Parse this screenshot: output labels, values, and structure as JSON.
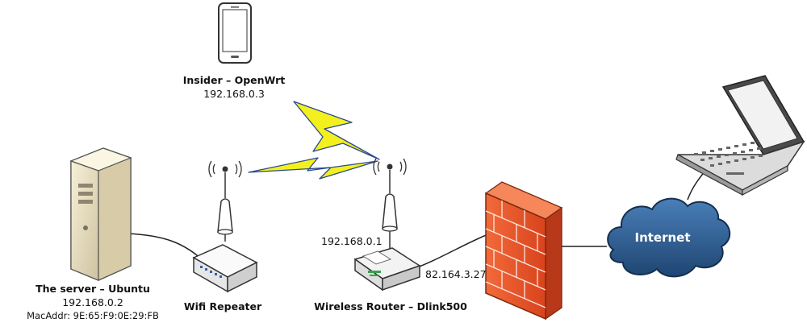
{
  "nodes": {
    "phone": {
      "name": "Insider – OpenWrt",
      "ip": "192.168.0.3"
    },
    "server": {
      "name": "The server – Ubuntu",
      "ip": "192.168.0.2",
      "mac": "MacAddr: 9E:65:F9:0E:29:FB"
    },
    "repeater": {
      "name": "Wifi Repeater"
    },
    "router": {
      "name": "Wireless Router – Dlink500",
      "lan_ip": "192.168.0.1",
      "wan_ip": "82.164.3.27"
    },
    "cloud": {
      "name": "Internet"
    }
  },
  "colors": {
    "cloud": "#2d5a88",
    "firewall": "#e8502a",
    "lightning": "#f3f01e",
    "lightning_stroke": "#2b4a8f",
    "link": "#222222"
  }
}
